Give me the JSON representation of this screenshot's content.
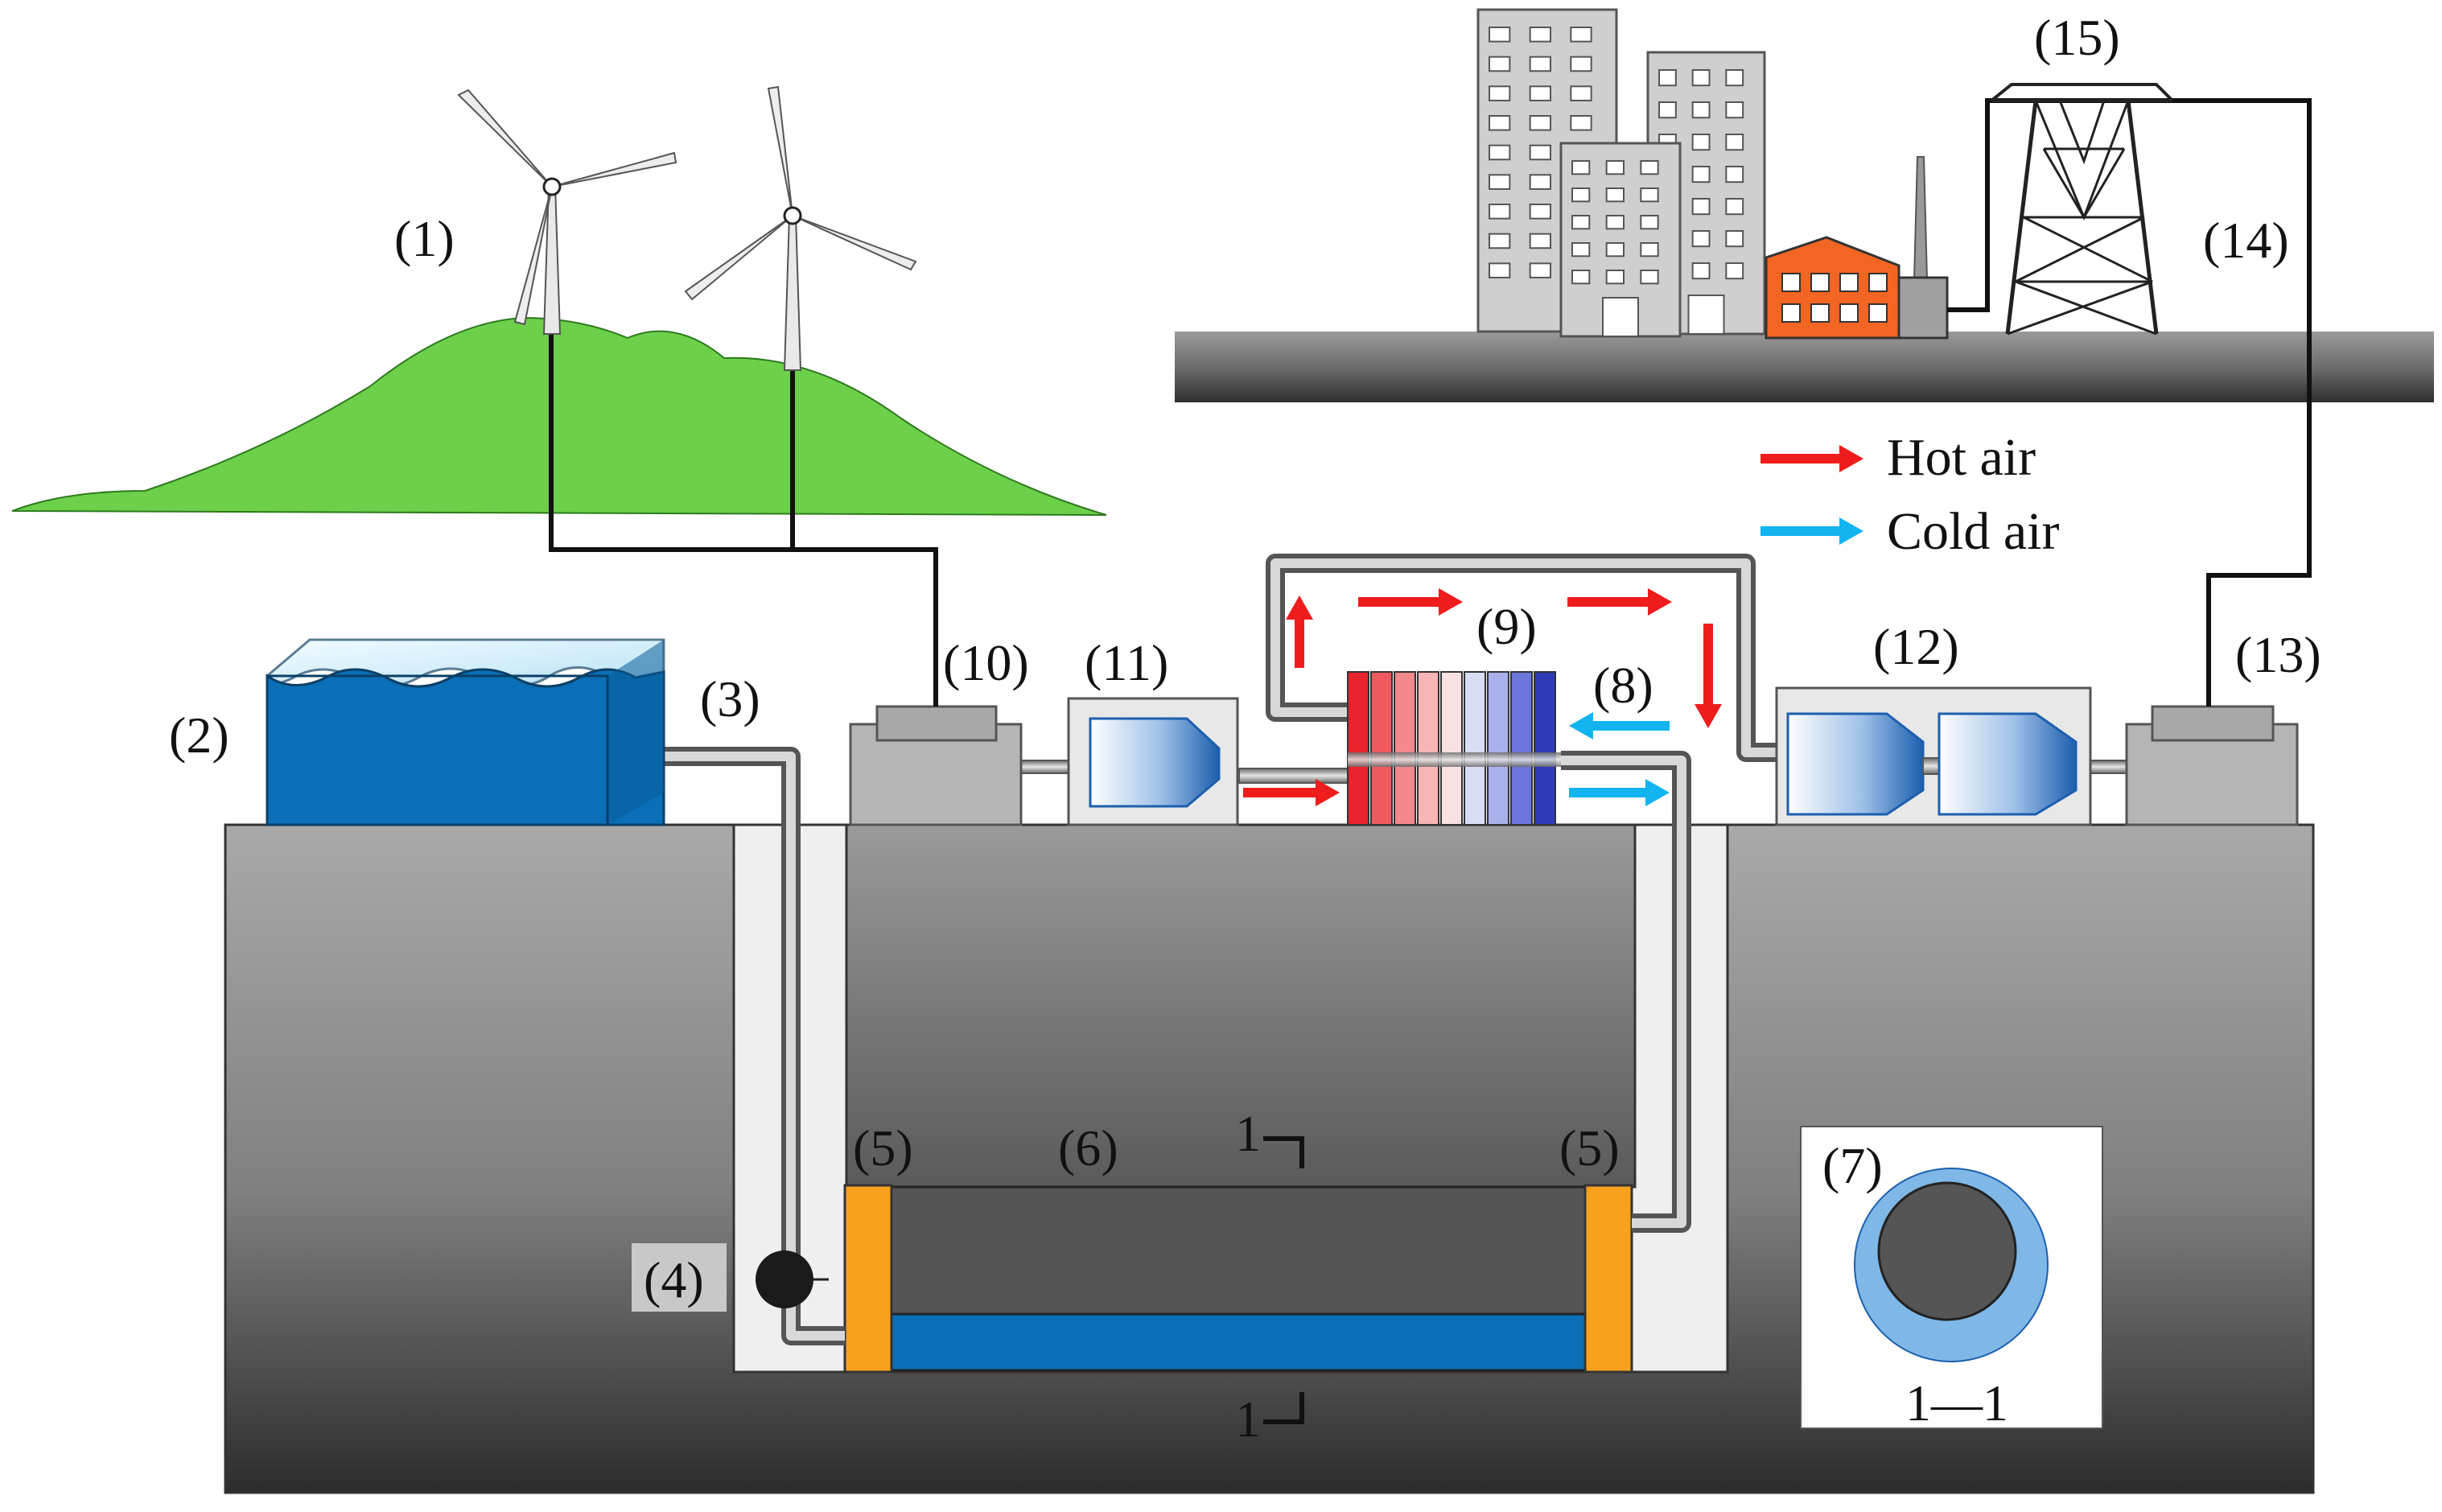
{
  "labels": {
    "wind_turbines": "(1)",
    "water_tank": "(2)",
    "pipe": "(3)",
    "pump": "(4)",
    "end_cap_left": "(5)",
    "end_cap_right": "(5)",
    "storage_cavern": "(6)",
    "cross_section": "(7)",
    "cold_air_inlet": "(8)",
    "heat_exchanger": "(9)",
    "motor": "(10)",
    "compressor": "(11)",
    "turbines": "(12)",
    "generator": "(13)",
    "transmission_line": "(14)",
    "pylon": "(15)"
  },
  "section_marks": {
    "top": "1",
    "bottom": "1",
    "caption": "1—1"
  },
  "legend": {
    "hot_air": "Hot air",
    "cold_air": "Cold air"
  },
  "colors": {
    "hot_air": "#ee1c1c",
    "cold_air": "#12b4f0",
    "hill": "#6cd04a",
    "water": "#0a6fb6",
    "end_cap": "#f7a11f",
    "factory": "#f26522"
  }
}
